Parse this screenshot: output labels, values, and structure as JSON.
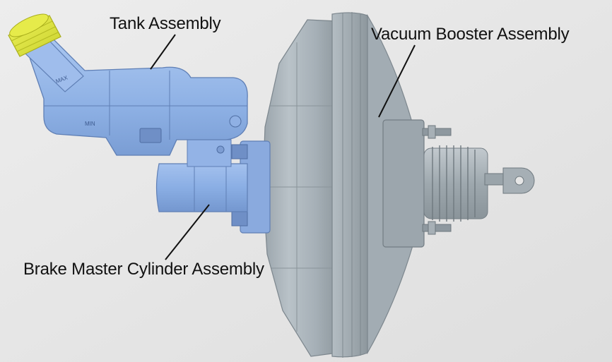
{
  "labels": {
    "tank": "Tank Assembly",
    "booster": "Vacuum Booster Assembly",
    "master_cylinder": "Brake Master Cylinder Assembly"
  },
  "reservoir_marks": {
    "max": "MAX",
    "min": "MIN"
  },
  "colors": {
    "background": "#e6e6e6",
    "booster_body": "#a9b3ba",
    "booster_edge": "#7c868d",
    "reservoir_blue": "#8fb3e6",
    "cylinder_blue": "#8daee2",
    "cap_yellow": "#dde63a",
    "label_text": "#111111"
  }
}
